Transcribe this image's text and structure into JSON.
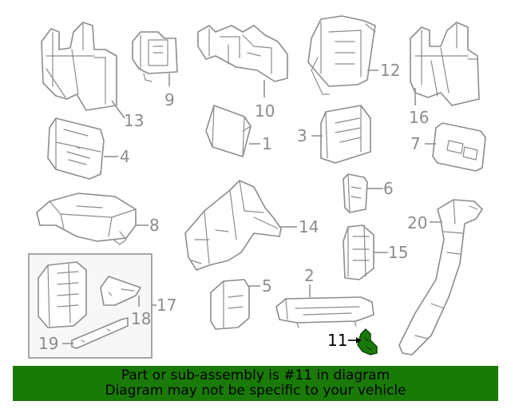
{
  "diagram": {
    "callouts": [
      "1",
      "2",
      "3",
      "4",
      "5",
      "6",
      "7",
      "8",
      "9",
      "10",
      "11",
      "12",
      "13",
      "14",
      "15",
      "16",
      "17",
      "18",
      "19",
      "20"
    ],
    "highlighted_part": "11",
    "highlight_color": "#1a7a07",
    "line_color": "#8c8c8c"
  },
  "banner": {
    "line1": "Part or sub-assembly is #11 in diagram",
    "line2": "Diagram may not be specific to your vehicle",
    "background": "#1a7a07"
  }
}
